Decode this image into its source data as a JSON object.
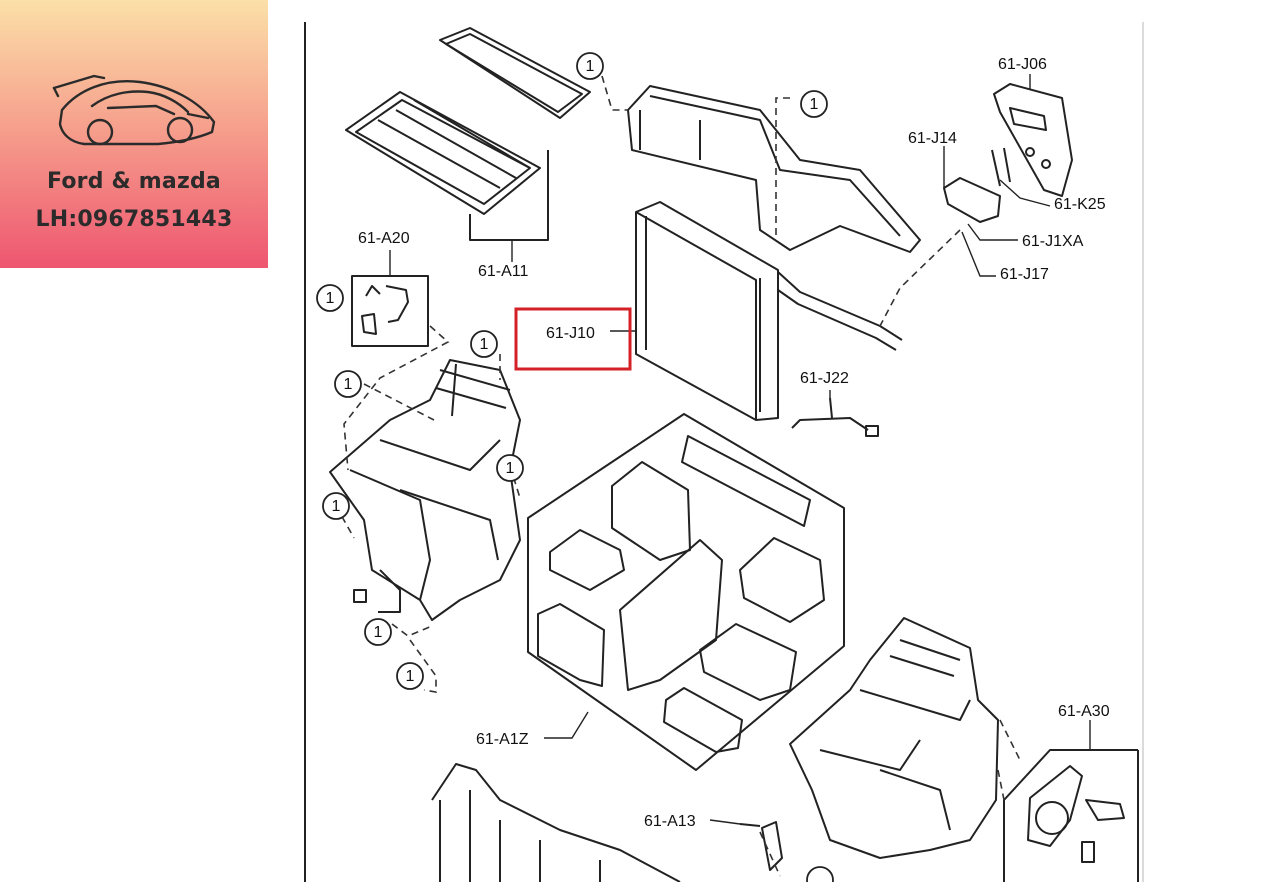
{
  "brand": {
    "name": "Ford & mazda",
    "phone": "LH:0967851443",
    "icon": "sports-car-icon"
  },
  "highlight_color": "#d42127",
  "callout_number": "1",
  "parts": [
    {
      "id": "A11",
      "label": "61-A11"
    },
    {
      "id": "A20",
      "label": "61-A20"
    },
    {
      "id": "J06",
      "label": "61-J06"
    },
    {
      "id": "J14",
      "label": "61-J14"
    },
    {
      "id": "K25",
      "label": "61-K25"
    },
    {
      "id": "J1XA",
      "label": "61-J1XA"
    },
    {
      "id": "J17",
      "label": "61-J17"
    },
    {
      "id": "J10",
      "label": "61-J10",
      "highlighted": true
    },
    {
      "id": "J22",
      "label": "61-J22"
    },
    {
      "id": "A1Z",
      "label": "61-A1Z"
    },
    {
      "id": "A30",
      "label": "61-A30"
    },
    {
      "id": "A13",
      "label": "61-A13"
    }
  ]
}
